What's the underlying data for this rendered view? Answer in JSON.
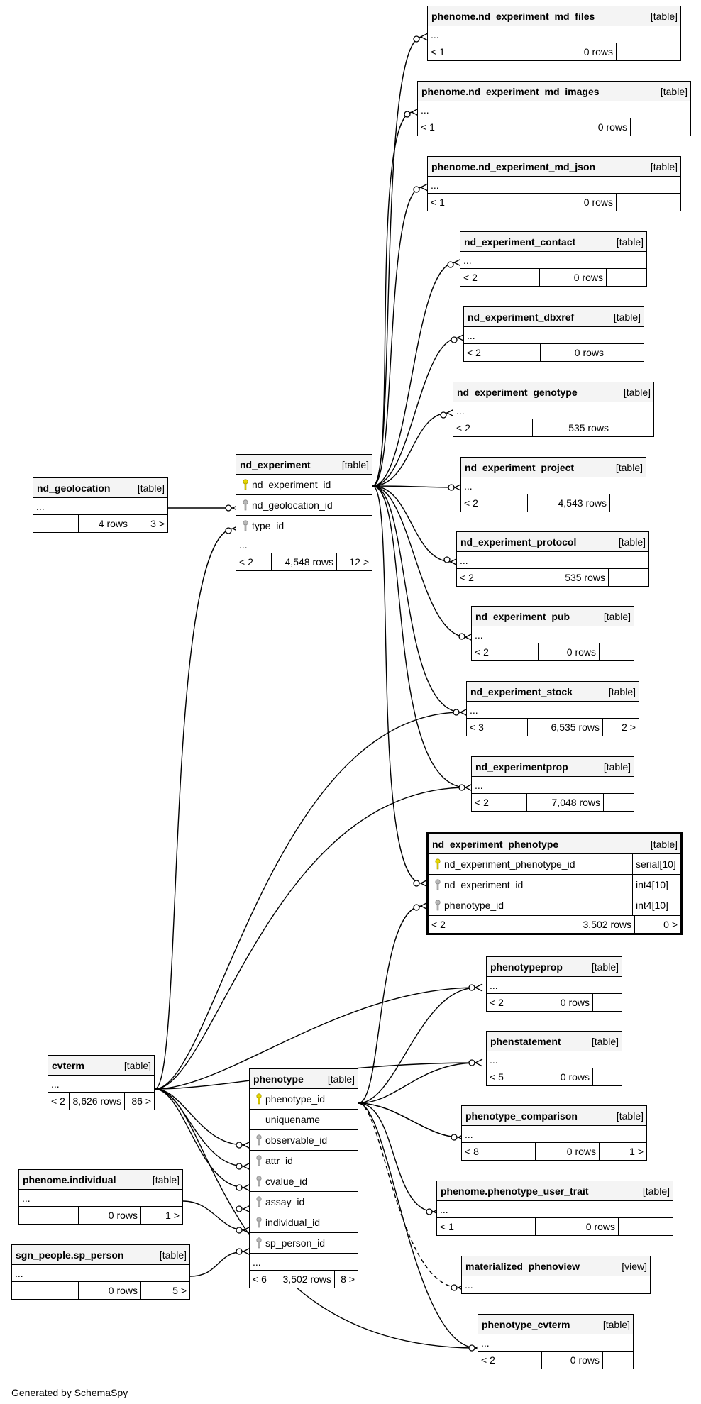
{
  "footer_text": "Generated by SchemaSpy",
  "tables": {
    "md_files": {
      "name": "phenome.nd_experiment_md_files",
      "kind": "[table]",
      "ellipsis": "...",
      "parents": "< 1",
      "rows": "0 rows",
      "children": ""
    },
    "md_images": {
      "name": "phenome.nd_experiment_md_images",
      "kind": "[table]",
      "ellipsis": "...",
      "parents": "< 1",
      "rows": "0 rows",
      "children": ""
    },
    "md_json": {
      "name": "phenome.nd_experiment_md_json",
      "kind": "[table]",
      "ellipsis": "...",
      "parents": "< 1",
      "rows": "0 rows",
      "children": ""
    },
    "contact": {
      "name": "nd_experiment_contact",
      "kind": "[table]",
      "ellipsis": "...",
      "parents": "< 2",
      "rows": "0 rows",
      "children": ""
    },
    "dbxref": {
      "name": "nd_experiment_dbxref",
      "kind": "[table]",
      "ellipsis": "...",
      "parents": "< 2",
      "rows": "0 rows",
      "children": ""
    },
    "genotype": {
      "name": "nd_experiment_genotype",
      "kind": "[table]",
      "ellipsis": "...",
      "parents": "< 2",
      "rows": "535 rows",
      "children": ""
    },
    "project": {
      "name": "nd_experiment_project",
      "kind": "[table]",
      "ellipsis": "...",
      "parents": "< 2",
      "rows": "4,543 rows",
      "children": ""
    },
    "protocol": {
      "name": "nd_experiment_protocol",
      "kind": "[table]",
      "ellipsis": "...",
      "parents": "< 2",
      "rows": "535 rows",
      "children": ""
    },
    "pub": {
      "name": "nd_experiment_pub",
      "kind": "[table]",
      "ellipsis": "...",
      "parents": "< 2",
      "rows": "0 rows",
      "children": ""
    },
    "stock": {
      "name": "nd_experiment_stock",
      "kind": "[table]",
      "ellipsis": "...",
      "parents": "< 3",
      "rows": "6,535 rows",
      "children": "2 >"
    },
    "prop": {
      "name": "nd_experimentprop",
      "kind": "[table]",
      "ellipsis": "...",
      "parents": "< 2",
      "rows": "7,048 rows",
      "children": ""
    },
    "nep": {
      "name": "nd_experiment_phenotype",
      "kind": "[table]",
      "columns": [
        {
          "name": "nd_experiment_phenotype_id",
          "type": "serial[10]",
          "key": "primary"
        },
        {
          "name": "nd_experiment_id",
          "type": "int4[10]",
          "key": "foreign"
        },
        {
          "name": "phenotype_id",
          "type": "int4[10]",
          "key": "foreign"
        }
      ],
      "parents": "< 2",
      "rows": "3,502 rows",
      "children": "0 >"
    },
    "phenotypeprop": {
      "name": "phenotypeprop",
      "kind": "[table]",
      "ellipsis": "...",
      "parents": "< 2",
      "rows": "0 rows",
      "children": ""
    },
    "phenstatement": {
      "name": "phenstatement",
      "kind": "[table]",
      "ellipsis": "...",
      "parents": "< 5",
      "rows": "0 rows",
      "children": ""
    },
    "comparison": {
      "name": "phenotype_comparison",
      "kind": "[table]",
      "ellipsis": "...",
      "parents": "< 8",
      "rows": "0 rows",
      "children": "1 >"
    },
    "user_trait": {
      "name": "phenome.phenotype_user_trait",
      "kind": "[table]",
      "ellipsis": "...",
      "parents": "< 1",
      "rows": "0 rows",
      "children": ""
    },
    "phenoview": {
      "name": "materialized_phenoview",
      "kind": "[view]",
      "ellipsis": "..."
    },
    "ph_cvterm": {
      "name": "phenotype_cvterm",
      "kind": "[table]",
      "ellipsis": "...",
      "parents": "< 2",
      "rows": "0 rows",
      "children": ""
    },
    "geolocation": {
      "name": "nd_geolocation",
      "kind": "[table]",
      "ellipsis": "...",
      "parents": "",
      "rows": "4 rows",
      "children": "3 >"
    },
    "nd_experiment": {
      "name": "nd_experiment",
      "kind": "[table]",
      "columns": [
        {
          "name": "nd_experiment_id",
          "key": "primary"
        },
        {
          "name": "nd_geolocation_id",
          "key": "foreign"
        },
        {
          "name": "type_id",
          "key": "foreign"
        }
      ],
      "ellipsis": "...",
      "parents": "< 2",
      "rows": "4,548 rows",
      "children": "12 >"
    },
    "cvterm": {
      "name": "cvterm",
      "kind": "[table]",
      "ellipsis": "...",
      "parents": "< 2",
      "rows": "8,626 rows",
      "children": "86 >"
    },
    "phenotype": {
      "name": "phenotype",
      "kind": "[table]",
      "columns": [
        {
          "name": "phenotype_id",
          "key": "primary"
        },
        {
          "name": "uniquename",
          "key": "none"
        },
        {
          "name": "observable_id",
          "key": "foreign"
        },
        {
          "name": "attr_id",
          "key": "foreign"
        },
        {
          "name": "cvalue_id",
          "key": "foreign"
        },
        {
          "name": "assay_id",
          "key": "foreign"
        },
        {
          "name": "individual_id",
          "key": "foreign"
        },
        {
          "name": "sp_person_id",
          "key": "foreign"
        }
      ],
      "ellipsis": "...",
      "parents": "< 6",
      "rows": "3,502 rows",
      "children": "8 >"
    },
    "individual": {
      "name": "phenome.individual",
      "kind": "[table]",
      "ellipsis": "...",
      "parents": "",
      "rows": "0 rows",
      "children": "1 >"
    },
    "sp_person": {
      "name": "sgn_people.sp_person",
      "kind": "[table]",
      "ellipsis": "...",
      "parents": "",
      "rows": "0 rows",
      "children": "5 >"
    }
  },
  "colors": {
    "primary_key": "#e8d800",
    "foreign_key": "#b8b8b8",
    "header_bg": "#f4f4f4",
    "line": "#000000"
  }
}
